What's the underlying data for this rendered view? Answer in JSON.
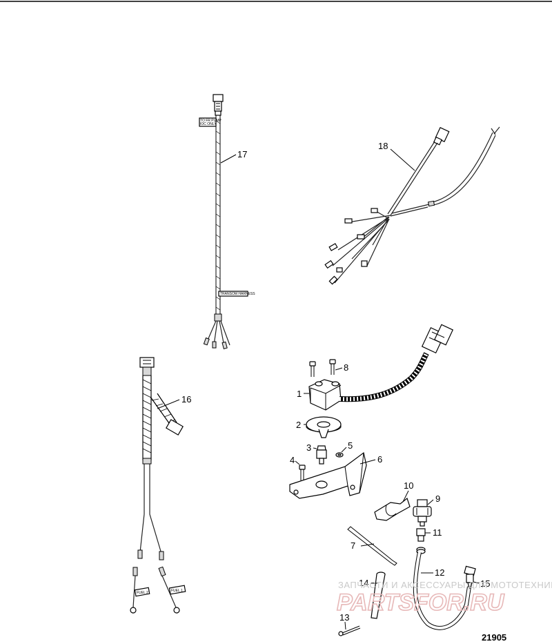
{
  "callouts": {
    "c1": "1",
    "c2": "2",
    "c3": "3",
    "c4": "4",
    "c5": "5",
    "c6": "6",
    "c7": "7",
    "c8": "8",
    "c9": "9",
    "c10": "10",
    "c11": "11",
    "c12": "12",
    "c13": "13",
    "c14": "14",
    "c15": "15",
    "c16": "16",
    "c17": "17",
    "c18": "18"
  },
  "tags": {
    "tag17_top_l1": "TO FR PUMP",
    "tag17_top_l2": "IOC ONLY",
    "tag17_bottom": "TRANSOM HARNESS",
    "tag16_left": "FUEL 2",
    "tag16_right": "FUEL 1"
  },
  "watermark": {
    "line1": "ЗАПЧАСТИ И АКСЕССУАРЫ ДЛЯ МОТОТЕХНИКИ",
    "line2": "PARTSFOR.RU"
  },
  "figure_number": "21905"
}
